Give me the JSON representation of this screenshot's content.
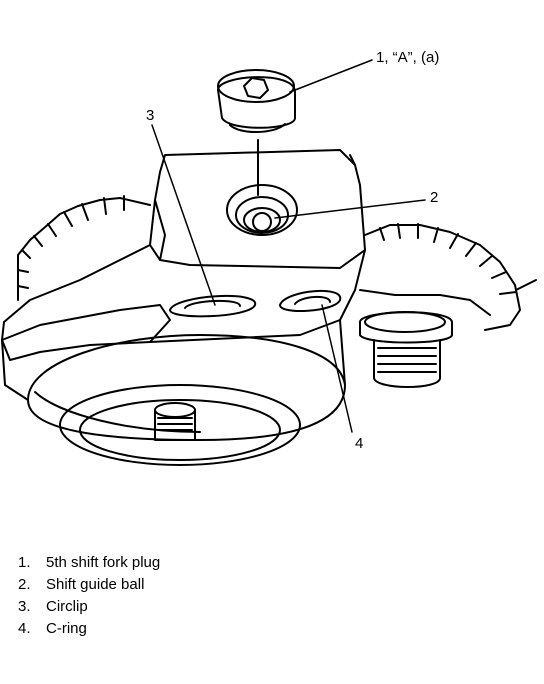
{
  "callouts": {
    "c1": "1, “A”, (a)",
    "c2": "2",
    "c3": "3",
    "c4": "4"
  },
  "legend": [
    {
      "num": "1.",
      "text": "5th shift fork plug"
    },
    {
      "num": "2.",
      "text": "Shift guide ball"
    },
    {
      "num": "3.",
      "text": "Circlip"
    },
    {
      "num": "4.",
      "text": "C-ring"
    }
  ]
}
